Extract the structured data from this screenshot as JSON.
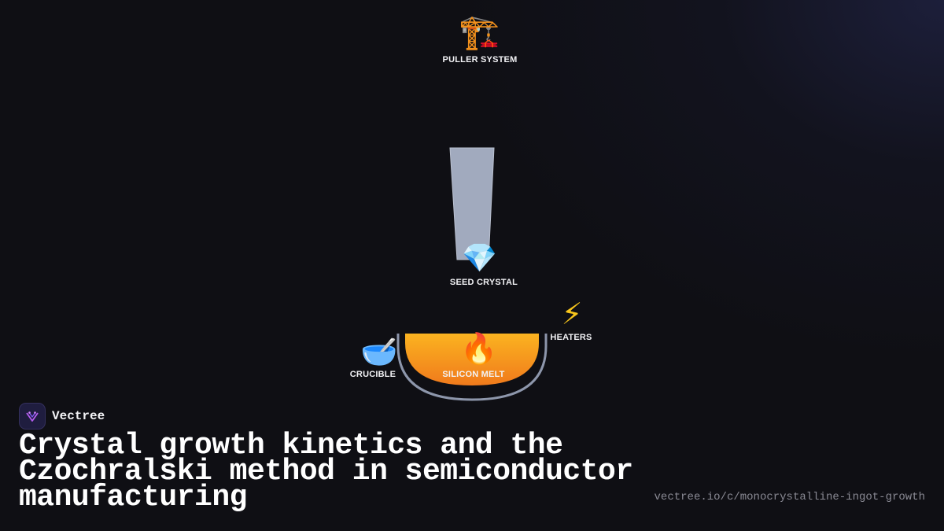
{
  "diagram": {
    "nodes": {
      "puller": {
        "icon": "construction-crane-icon",
        "glyph": "🏗️",
        "label": "PULLER SYSTEM"
      },
      "seed": {
        "icon": "gem-icon",
        "glyph": "💎",
        "label": "SEED CRYSTAL"
      },
      "heaters": {
        "icon": "lightning-icon",
        "glyph": "⚡",
        "label": "HEATERS"
      },
      "crucible": {
        "icon": "bowl-with-spoon-icon",
        "glyph": "🥣",
        "label": "CRUCIBLE"
      },
      "melt": {
        "icon": "fire-icon",
        "glyph": "🔥",
        "label": "SILICON MELT"
      }
    },
    "colors": {
      "ingot": "#a9b3c8",
      "crucible_stroke": "#8d96ab",
      "melt_top": "#fbb320",
      "melt_bottom": "#f07a1c"
    }
  },
  "brand": {
    "name": "Vectree",
    "logo_icon": "vectree-logo-icon"
  },
  "title": "Crystal growth kinetics and the Czochralski method in semiconductor manufacturing",
  "url": "vectree.io/c/monocrystalline-ingot-growth"
}
